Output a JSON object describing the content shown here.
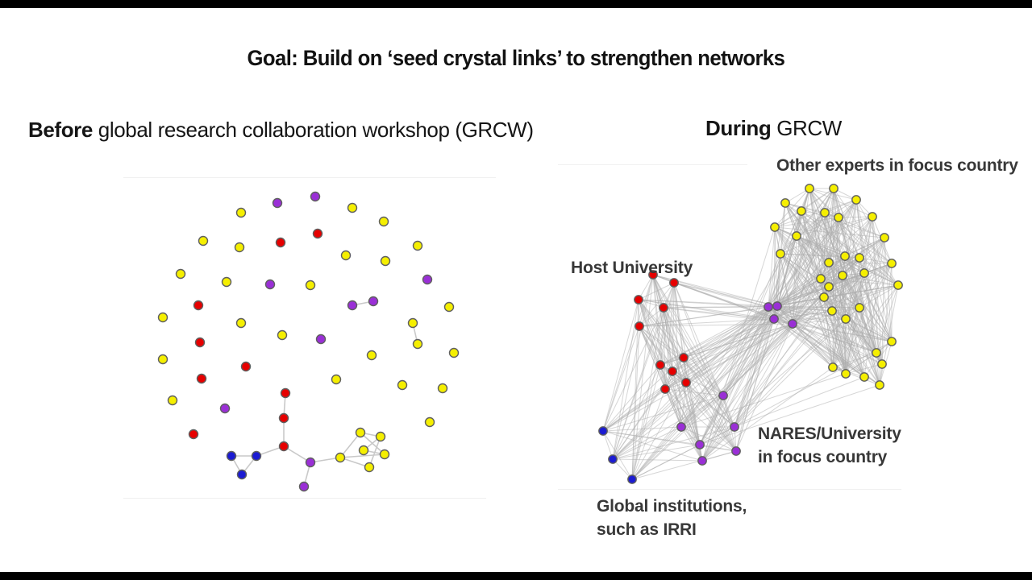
{
  "page": {
    "title": "Goal: Build on ‘seed crystal links’ to strengthen networks",
    "bar_color": "#000000",
    "background": "#ffffff"
  },
  "headings": {
    "before_bold": "Before",
    "before_rest": " global research collaboration workshop (GRCW)",
    "during_bold": "During",
    "during_rest": " GRCW"
  },
  "labels": {
    "other_experts": "Other experts in focus country",
    "host_university": "Host University",
    "nares_line1": "NARES/University",
    "nares_line2": "in focus country",
    "global_line1": "Global institutions,",
    "global_line2": "such as IRRI"
  },
  "colors": {
    "yellow": "#f5ef00",
    "red": "#e60000",
    "purple": "#9a2fd6",
    "blue": "#1b1bd2",
    "node_stroke": "#5f5f5f",
    "edge_before": "#c9c9c9",
    "edge_during": "#aeaeae"
  },
  "networks": {
    "before": {
      "node_radius": 5.5,
      "nodes": [
        [
          344,
          252,
          "p"
        ],
        [
          391,
          244,
          "p"
        ],
        [
          299,
          264,
          "y"
        ],
        [
          437,
          258,
          "y"
        ],
        [
          476,
          275,
          "y"
        ],
        [
          394,
          290,
          "r"
        ],
        [
          348,
          301,
          "r"
        ],
        [
          252,
          299,
          "y"
        ],
        [
          297,
          307,
          "y"
        ],
        [
          429,
          317,
          "y"
        ],
        [
          478,
          324,
          "y"
        ],
        [
          518,
          305,
          "y"
        ],
        [
          224,
          340,
          "y"
        ],
        [
          281,
          350,
          "y"
        ],
        [
          335,
          353,
          "p"
        ],
        [
          385,
          354,
          "y"
        ],
        [
          530,
          347,
          "p"
        ],
        [
          437,
          379,
          "p"
        ],
        [
          463,
          374,
          "p"
        ],
        [
          246,
          379,
          "r"
        ],
        [
          202,
          394,
          "y"
        ],
        [
          299,
          401,
          "y"
        ],
        [
          512,
          401,
          "y"
        ],
        [
          557,
          381,
          "y"
        ],
        [
          248,
          425,
          "r"
        ],
        [
          350,
          416,
          "y"
        ],
        [
          398,
          421,
          "p"
        ],
        [
          518,
          427,
          "y"
        ],
        [
          461,
          441,
          "y"
        ],
        [
          563,
          438,
          "y"
        ],
        [
          202,
          446,
          "y"
        ],
        [
          305,
          455,
          "r"
        ],
        [
          250,
          470,
          "r"
        ],
        [
          417,
          471,
          "y"
        ],
        [
          499,
          478,
          "y"
        ],
        [
          549,
          482,
          "y"
        ],
        [
          214,
          497,
          "y"
        ],
        [
          279,
          507,
          "p"
        ],
        [
          354,
          488,
          "r"
        ],
        [
          352,
          519,
          "r"
        ],
        [
          533,
          524,
          "y"
        ],
        [
          240,
          539,
          "r"
        ],
        [
          352,
          554,
          "r"
        ],
        [
          287,
          566,
          "b"
        ],
        [
          318,
          566,
          "b"
        ],
        [
          300,
          589,
          "b"
        ],
        [
          385,
          574,
          "p"
        ],
        [
          377,
          604,
          "p"
        ],
        [
          447,
          537,
          "y"
        ],
        [
          472,
          542,
          "y"
        ],
        [
          451,
          559,
          "y"
        ],
        [
          477,
          564,
          "y"
        ],
        [
          422,
          568,
          "y"
        ],
        [
          458,
          580,
          "y"
        ]
      ],
      "edges": [
        [
          17,
          18
        ],
        [
          22,
          27
        ],
        [
          38,
          39
        ],
        [
          39,
          42
        ],
        [
          42,
          44
        ],
        [
          43,
          44
        ],
        [
          43,
          45
        ],
        [
          44,
          45
        ],
        [
          42,
          46
        ],
        [
          46,
          47
        ],
        [
          46,
          52
        ],
        [
          48,
          49
        ],
        [
          48,
          51
        ],
        [
          48,
          52
        ],
        [
          49,
          50
        ],
        [
          49,
          53
        ],
        [
          51,
          52
        ],
        [
          52,
          53
        ],
        [
          50,
          51
        ]
      ]
    },
    "during": {
      "node_radius": 5.2,
      "clusters": {
        "red": [
          [
            810,
            341
          ],
          [
            836,
            351
          ],
          [
            792,
            372
          ],
          [
            823,
            382
          ],
          [
            793,
            405
          ],
          [
            848,
            444
          ],
          [
            819,
            453
          ],
          [
            834,
            461
          ],
          [
            851,
            475
          ],
          [
            825,
            483
          ]
        ],
        "hub": [
          [
            953,
            381
          ],
          [
            964,
            380
          ],
          [
            960,
            396
          ],
          [
            983,
            402
          ]
        ],
        "nares": [
          [
            897,
            491
          ],
          [
            911,
            530
          ],
          [
            845,
            530
          ],
          [
            868,
            552
          ],
          [
            913,
            560
          ],
          [
            871,
            572
          ]
        ],
        "blue": [
          [
            748,
            535
          ],
          [
            760,
            570
          ],
          [
            784,
            595
          ]
        ],
        "yellow": [
          [
            1004,
            234
          ],
          [
            1034,
            234
          ],
          [
            974,
            252
          ],
          [
            1062,
            248
          ],
          [
            994,
            262
          ],
          [
            1023,
            264
          ],
          [
            1040,
            270
          ],
          [
            1082,
            269
          ],
          [
            961,
            282
          ],
          [
            988,
            293
          ],
          [
            1097,
            295
          ],
          [
            968,
            315
          ],
          [
            1048,
            318
          ],
          [
            1066,
            320
          ],
          [
            1028,
            326
          ],
          [
            1106,
            327
          ],
          [
            1018,
            346
          ],
          [
            1045,
            342
          ],
          [
            1072,
            339
          ],
          [
            1028,
            356
          ],
          [
            1022,
            369
          ],
          [
            1066,
            382
          ],
          [
            1032,
            386
          ],
          [
            1049,
            396
          ],
          [
            1114,
            354
          ],
          [
            1106,
            424
          ],
          [
            1087,
            438
          ],
          [
            1094,
            452
          ],
          [
            1033,
            456
          ],
          [
            1049,
            464
          ],
          [
            1072,
            468
          ],
          [
            1091,
            478
          ]
        ]
      },
      "cluster_colors": {
        "red": "r",
        "hub": "p",
        "nares": "p",
        "blue": "b",
        "yellow": "y"
      },
      "edge_rules": [
        {
          "a": "red",
          "b": "red",
          "keep": 10
        },
        {
          "a": "red",
          "b": "hub",
          "keep": 10
        },
        {
          "a": "red",
          "b": "nares",
          "keep": 8
        },
        {
          "a": "red",
          "b": "blue",
          "keep": 8
        },
        {
          "a": "nares",
          "b": "nares",
          "keep": 10
        },
        {
          "a": "nares",
          "b": "blue",
          "keep": 8
        },
        {
          "a": "nares",
          "b": "hub",
          "keep": 10
        },
        {
          "a": "blue",
          "b": "blue",
          "keep": 10
        },
        {
          "a": "blue",
          "b": "hub",
          "keep": 10
        },
        {
          "a": "hub",
          "b": "hub",
          "keep": 10
        },
        {
          "a": "yellow",
          "b": "yellow",
          "keep": 5
        },
        {
          "a": "yellow",
          "b": "hub",
          "keep": 9
        },
        {
          "a": "yellow",
          "b": "nares",
          "keep": 1
        }
      ]
    }
  }
}
